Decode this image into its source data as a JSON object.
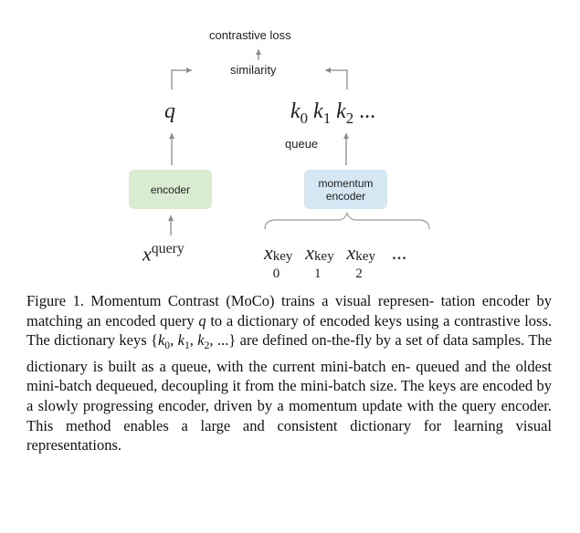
{
  "diagram": {
    "top_label": "contrastive loss",
    "similarity_label": "similarity",
    "query_symbol": "q",
    "keys_row": {
      "key_var": "k",
      "subscripts": [
        "0",
        "1",
        "2"
      ],
      "ellipsis": "..."
    },
    "queue_label": "queue",
    "encoder_label": "encoder",
    "momentum_encoder_label": "momentum encoder",
    "query_input": {
      "var": "x",
      "superscript": "query"
    },
    "key_inputs": {
      "var": "x",
      "superscript": "key",
      "subscripts": [
        "0",
        "1",
        "2"
      ],
      "ellipsis": "..."
    },
    "colors": {
      "encoder_fill": "#d9ecd2",
      "momentum_fill": "#d4e7f2",
      "arrow": "#8a8a8a"
    }
  },
  "caption": {
    "prefix": "Figure 1. Momentum Contrast (MoCo) trains a visual represen- tation encoder by matching an encoded query ",
    "q": "q",
    "mid1": " to a dictionary of encoded keys using a contrastive loss.  The dictionary keys ",
    "set_open": "{",
    "k_var": "k",
    "k_subs": [
      "0",
      "1",
      "2"
    ],
    "set_tail": "...",
    "set_close": "}",
    "rest": " are defined on-the-fly by a set of data samples. The dictionary is built as a queue, with the current mini-batch en- queued and the oldest mini-batch dequeued, decoupling it from the mini-batch size. The keys are encoded by a slowly progressing encoder, driven by a momentum update with the query encoder. This method enables a large and consistent dictionary for learning visual representations."
  }
}
